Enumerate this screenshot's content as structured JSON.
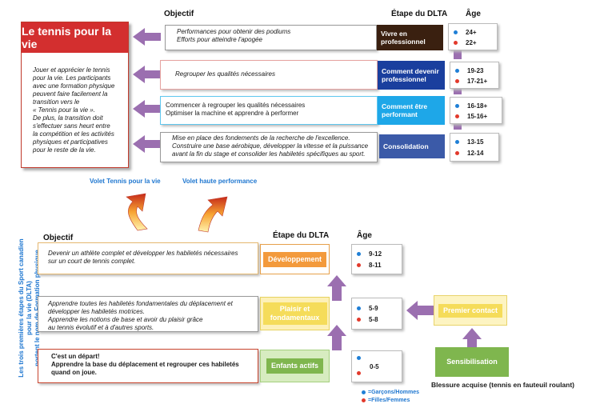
{
  "top": {
    "col_objectif": "Objectif",
    "col_stage": "Étape du DLTA",
    "col_age": "Âge",
    "rows": [
      {
        "objective_lines": [
          "Performances pour obtenir des podiums",
          "Efforts pour atteindre l'apogée"
        ],
        "stage": "Vivre en professionnel",
        "age_boys": "24+",
        "age_girls": "22+",
        "stage_color": "#3a2010"
      },
      {
        "objective_lines": [
          "Regrouper les qualités nécessaires"
        ],
        "stage": "Comment devenir professionnel",
        "age_boys": "19-23",
        "age_girls": "17-21+",
        "stage_color": "#1a3f9e"
      },
      {
        "objective_lines": [
          "Commencer à regrouper les qualités nécessaires",
          "Optimiser la machine et apprendre à performer"
        ],
        "stage": "Comment être performant",
        "age_boys": "16-18+",
        "age_girls": "15-16+",
        "stage_color": "#1ea7e8"
      },
      {
        "objective_lines": [
          "Mise en place des fondements de la recherche de l'excellence.",
          "Construire une base aérobique, développer la vitesse et la puissance",
          "avant la fin du stage et consolider les habiletés spécifiques au sport."
        ],
        "stage": "Consolidation",
        "age_boys": "13-15",
        "age_girls": "12-14",
        "stage_color": "#3b5aa8"
      }
    ]
  },
  "tennis_for_life": {
    "title": "Le tennis pour la vie",
    "text_lines": [
      "Jouer et apprécier le tennis",
      "pour la vie. Les participants",
      "avec une formation physique",
      "peuvent faire facilement la",
      "transition vers le",
      "« Tennis pour la vie ».",
      "De plus, la transition doit",
      "s'effectuer sans heurt entre",
      "la compétition et les activités",
      "physiques et participatives",
      "pour le reste de la vie."
    ]
  },
  "branches": {
    "left_label": "Volet Tennis pour la vie",
    "right_label": "Volet haute performance"
  },
  "bottom": {
    "col_objectif": "Objectif",
    "col_stage": "Étape du DLTA",
    "col_age": "Âge",
    "rows": [
      {
        "objective_lines": [
          "Devenir un athlète complet et développer les habiletés nécessaires",
          "sur un court de tennis complet."
        ],
        "stage": "Développement",
        "age_boys": "9-12",
        "age_girls": "8-11",
        "stage_color": "#f39a3c",
        "bold": false
      },
      {
        "objective_lines": [
          "Apprendre toutes les habiletés fondamentales du déplacement et",
          "développer les habiletés motrices.",
          "Apprendre les notions de base et avoir du plaisir grâce",
          "au tennis évolutif et à d'autres sports."
        ],
        "stage": "Plaisir et fondamentaux",
        "age_boys": "5-9",
        "age_girls": "5-8",
        "stage_color": "#f5dc5a",
        "bold": false
      },
      {
        "objective_lines": [
          "C'est un départ!",
          "Apprendre la base du déplacement et regrouper ces habiletés",
          "quand on joue."
        ],
        "stage": "Enfants actifs",
        "age_boys": "0-5",
        "age_girls": "",
        "stage_color": "#7fb64e",
        "bold": true
      }
    ]
  },
  "side_path": {
    "premier_contact": "Premier contact",
    "sensibilisation": "Sensibilisation",
    "caption": "Blessure acquise (tennis en fauteuil roulant)"
  },
  "legend": {
    "boys": "=Garçons/Hommes",
    "girls": "=Filles/Femmes"
  },
  "vertical_note": [
    "Les trois premières étapes du Sport canadien pour la vie (DLTA)",
    "portent le nom de Formation physique"
  ],
  "colors": {
    "arrow": "#9b6fb0",
    "red": "#d32f2f",
    "boy": "#1f7fd6",
    "girl": "#e23a2c",
    "blue_text": "#1f77d0"
  }
}
